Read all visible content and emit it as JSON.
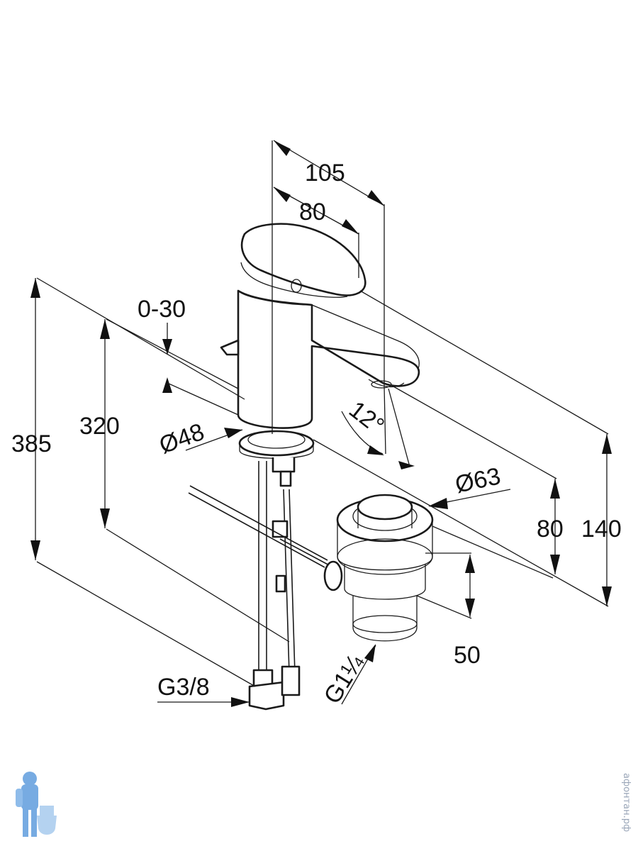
{
  "dimensions": {
    "width_total": "105",
    "width_spout": "80",
    "pullrod_travel": "0-30",
    "height_total": "385",
    "height_hose": "320",
    "body_diameter": "Ø48",
    "waste_diameter": "Ø63",
    "spout_angle": "12°",
    "spout_height": "80",
    "top_height": "140",
    "waste_height": "50",
    "hose_thread": "G3/8",
    "waste_thread": "G1¼"
  },
  "watermark": {
    "site_text": "афонтан.рф",
    "colors": {
      "figure": "#4a90d9",
      "text": "#9aa6b8"
    }
  }
}
